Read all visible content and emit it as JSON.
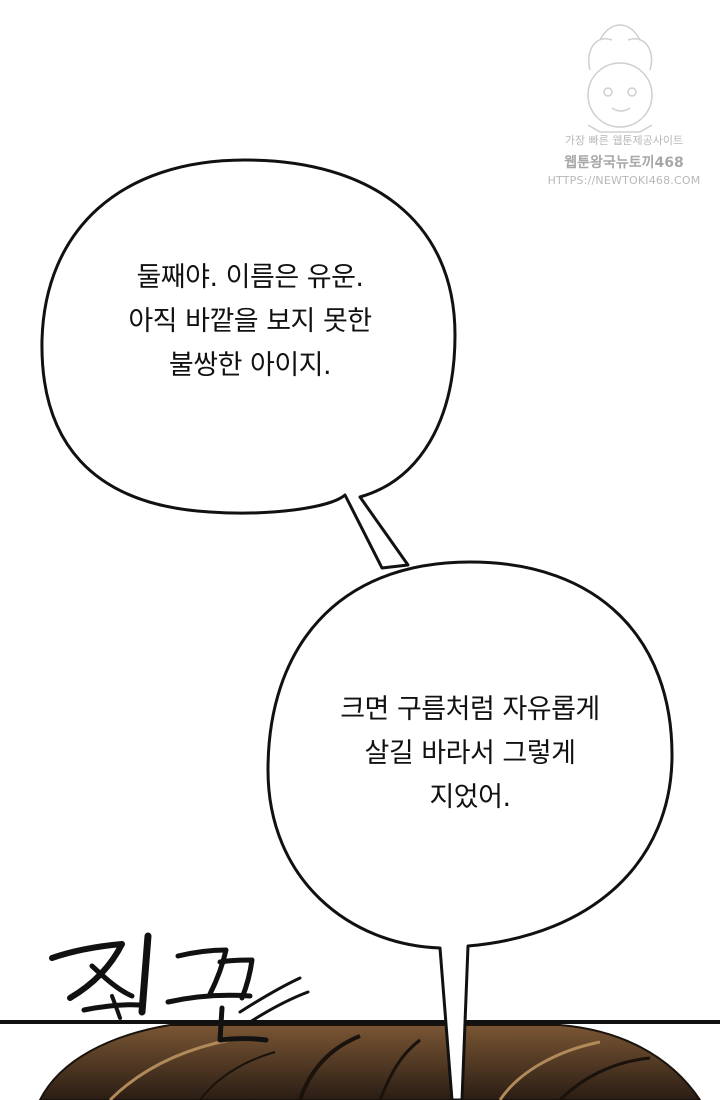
{
  "bubbles": {
    "first": {
      "lines": [
        "둘째야. 이름은 유운.",
        "아직 바깥을 보지 못한",
        "불쌍한 아이지."
      ]
    },
    "second": {
      "lines": [
        "크면 구름처럼 자유롭게",
        "살길 바라서 그렇게",
        "지었어."
      ]
    }
  },
  "watermark": {
    "line1": "가장 빠른 웹툰제공사이트",
    "line2": "웹툰왕국뉴토끼468",
    "line3": "HTTPS://NEWTOKI468.COM"
  },
  "colors": {
    "background": "#ffffff",
    "ink": "#111111",
    "watermark": "#b8b8b8",
    "hair_dark": "#3a2a1e",
    "hair_mid": "#6b4a30",
    "hair_light": "#a07a4a"
  }
}
